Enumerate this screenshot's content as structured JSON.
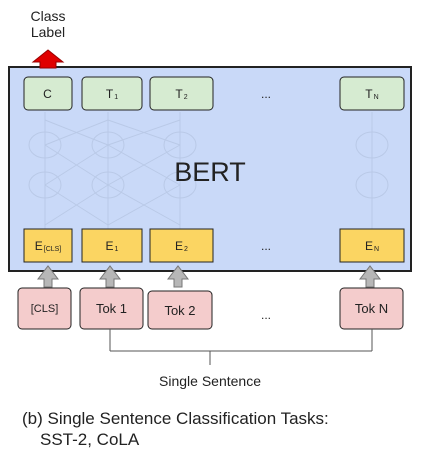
{
  "output_label": {
    "line1": "Class",
    "line2": "Label"
  },
  "model_label": "BERT",
  "output_tokens": [
    {
      "text": "C",
      "sub": ""
    },
    {
      "text": "T",
      "sub": "1"
    },
    {
      "text": "T",
      "sub": "2"
    },
    {
      "text": "...",
      "sub": ""
    },
    {
      "text": "T",
      "sub": "N"
    }
  ],
  "embeddings": [
    {
      "text": "E",
      "sub": "[CLS]"
    },
    {
      "text": "E",
      "sub": "1"
    },
    {
      "text": "E",
      "sub": "2"
    },
    {
      "text": "...",
      "sub": ""
    },
    {
      "text": "E",
      "sub": "N"
    }
  ],
  "input_tokens": [
    "[CLS]",
    "Tok 1",
    "Tok 2",
    "...",
    "Tok N"
  ],
  "input_label": "Single Sentence",
  "caption": {
    "line1": "(b) Single Sentence Classification Tasks:",
    "line2": "SST-2, CoLA"
  },
  "colors": {
    "bert_bg": "#c9d9f8",
    "output_box": "#d6ebd1",
    "embedding_box": "#fbd562",
    "input_box": "#f4cccc",
    "class_arrow": "#e00000",
    "up_arrow": "#b7b7b7"
  }
}
